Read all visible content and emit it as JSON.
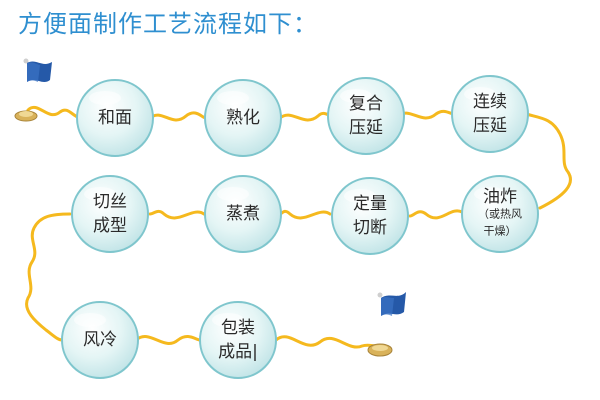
{
  "title": "方便面制作工艺流程如下：",
  "steps": [
    {
      "lines": [
        "和面"
      ]
    },
    {
      "lines": [
        "熟化"
      ]
    },
    {
      "lines": [
        "复合",
        "压延"
      ]
    },
    {
      "lines": [
        "连续",
        "压延"
      ]
    },
    {
      "lines": [
        "油炸",
        "（或热风",
        "干燥）"
      ]
    },
    {
      "lines": [
        "定量",
        "切断"
      ]
    },
    {
      "lines": [
        "蒸煮"
      ]
    },
    {
      "lines": [
        "切丝",
        "成型"
      ]
    },
    {
      "lines": [
        "风冷"
      ]
    },
    {
      "lines": [
        "包装",
        "成品|"
      ]
    }
  ],
  "colors": {
    "path": "#f5b91e",
    "node_fill": "#d4efef",
    "node_stroke": "#7fc6cd",
    "flag": "#2559a8",
    "title": "#2f8fd0"
  }
}
